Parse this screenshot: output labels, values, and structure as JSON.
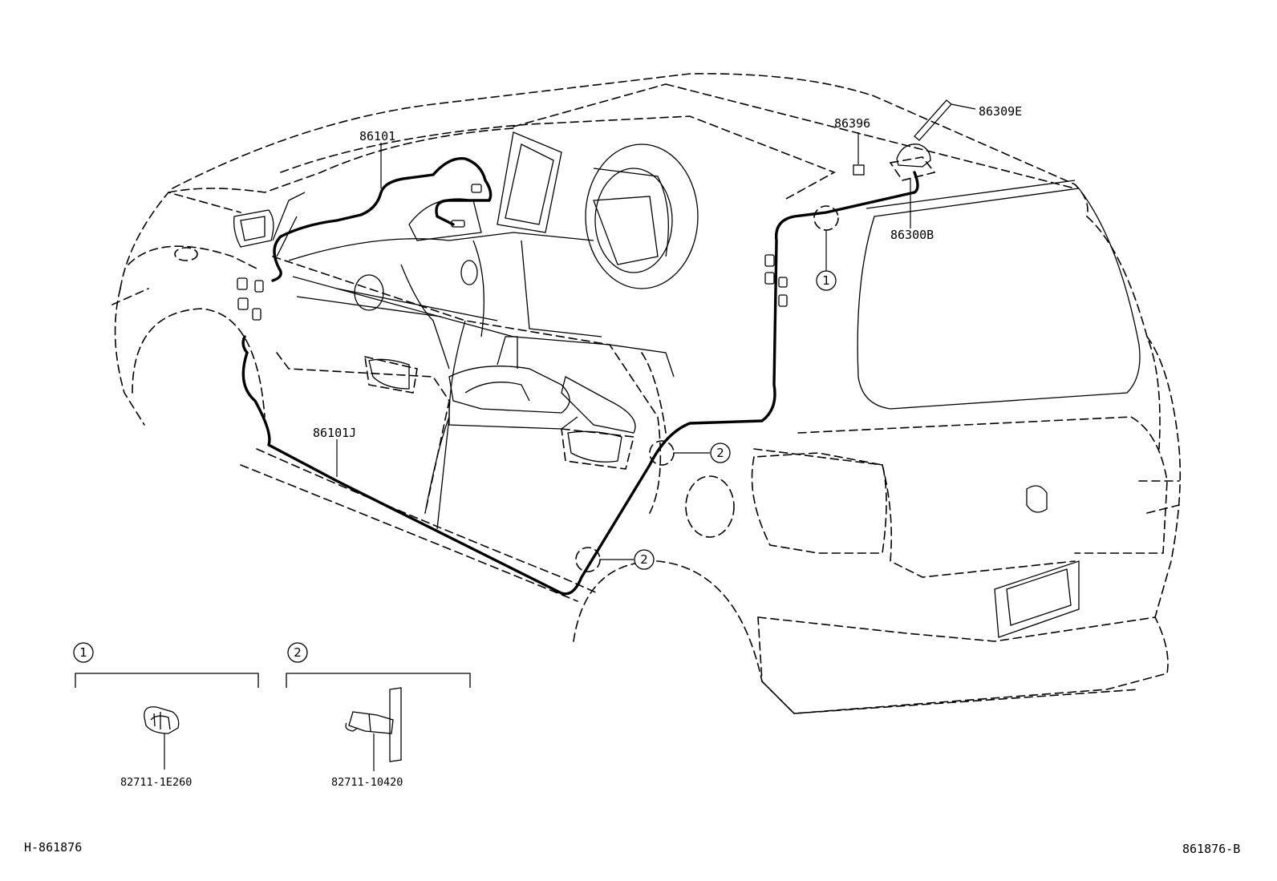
{
  "parts": {
    "main_cable": "86101",
    "cable_lower": "86101J",
    "clamp_box": "86396",
    "antenna_rod": "86309E",
    "antenna_base": "86300B",
    "clamp_1": "82711-1E260",
    "clamp_2": "82711-10420"
  },
  "callouts": {
    "one": "1",
    "two": "2"
  },
  "footer": {
    "left_code": "H-861876",
    "right_code": "861876-B"
  }
}
